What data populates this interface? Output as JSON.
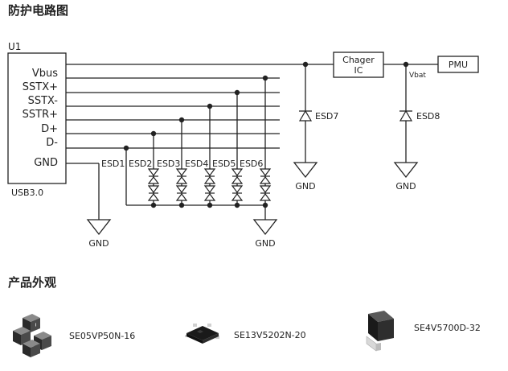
{
  "headings": {
    "circuit": "防护电路图",
    "products": "产品外观"
  },
  "circuit": {
    "ic_label": "U1",
    "ic_footer": "USB3.0",
    "pins": [
      "Vbus",
      "SSTX+",
      "SSTX-",
      "SSTR+",
      "D+",
      "D-",
      "GND"
    ],
    "tvs_labels": [
      "ESD1",
      "ESD2",
      "ESD3",
      "ESD4",
      "ESD5",
      "ESD6"
    ],
    "esd7_label": "ESD7",
    "esd8_label": "ESD8",
    "charger_line1": "Chager",
    "charger_line2": "IC",
    "vbat_label": "Vbat",
    "pmu_label": "PMU",
    "gnd_labels": [
      "GND",
      "GND",
      "GND",
      "GND"
    ]
  },
  "products": [
    {
      "part": "SE05VP50N-16",
      "icon": "sot-package-cluster-icon"
    },
    {
      "part": "SE13V5202N-20",
      "icon": "dfn-package-icon"
    },
    {
      "part": "SE4V5700D-32",
      "icon": "sod-package-icon"
    }
  ]
}
